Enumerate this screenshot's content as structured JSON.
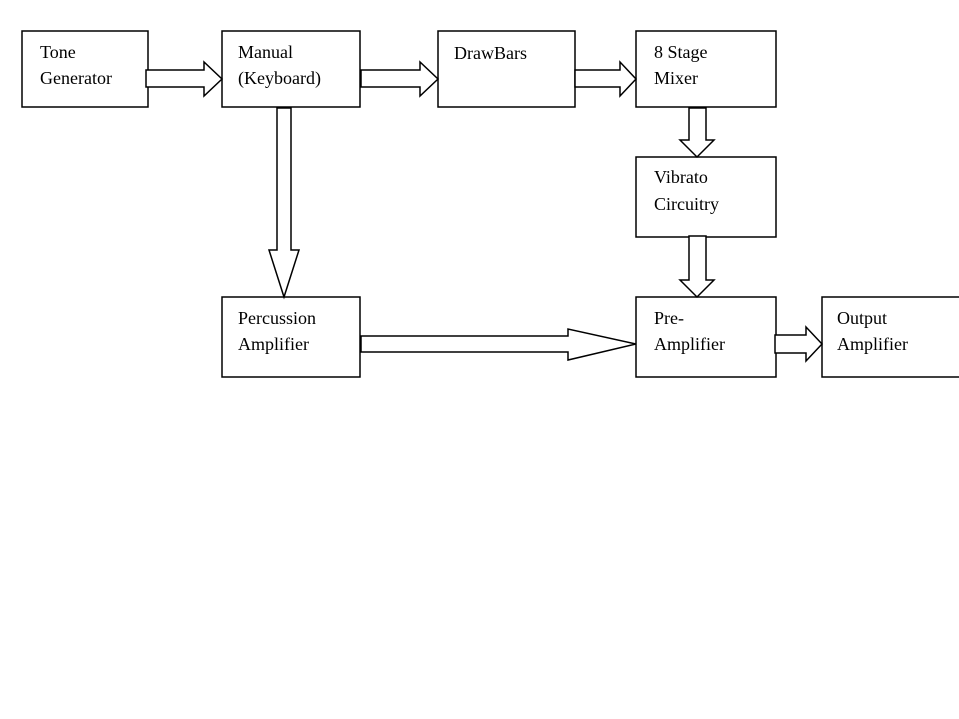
{
  "blocks": {
    "tone_generator": {
      "line1": "Tone",
      "line2": "Generator"
    },
    "manual": {
      "line1": "Manual",
      "line2": "(Keyboard)"
    },
    "drawbars": {
      "line1": "DrawBars"
    },
    "mixer": {
      "line1": "8 Stage",
      "line2": "Mixer"
    },
    "vibrato": {
      "line1": "Vibrato",
      "line2": "Circuitry"
    },
    "percussion": {
      "line1": "Percussion",
      "line2": "Amplifier"
    },
    "preamp": {
      "line1": "Pre-",
      "line2": "Amplifier"
    },
    "output": {
      "line1": "Output",
      "line2": "Amplifier"
    }
  },
  "colors": {
    "stroke": "#000000",
    "fill": "#ffffff"
  }
}
